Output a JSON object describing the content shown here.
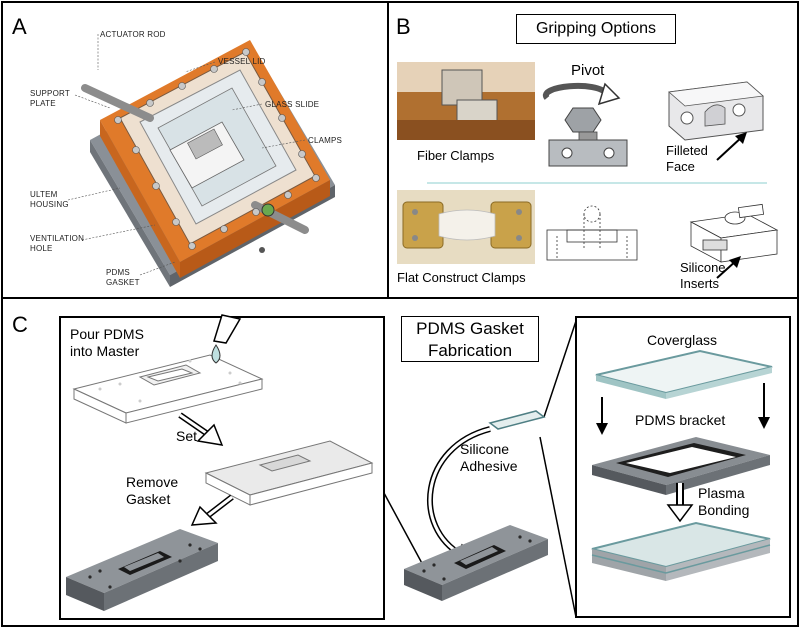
{
  "panelA": {
    "letter": "A",
    "callouts": {
      "actuator_rod": "ACTUATOR ROD",
      "vessel_lid": "VESSEL LID",
      "support_plate": "SUPPORT\nPLATE",
      "glass_slide": "GLASS SLIDE",
      "clamps": "CLAMPS",
      "ultem_housing": "ULTEM\nHOUSING",
      "ventilation_hole": "VENTILATION\nHOLE",
      "pdms_gasket": "PDMS\nGASKET"
    }
  },
  "panelB": {
    "letter": "B",
    "title": "Gripping Options",
    "labels": {
      "pivot": "Pivot",
      "fiber_clamps": "Fiber Clamps",
      "filleted_face": "Filleted\nFace",
      "flat_construct_clamps": "Flat Construct Clamps",
      "silicone_inserts": "Silicone\nInserts"
    }
  },
  "panelC": {
    "letter": "C",
    "title": "PDMS Gasket\nFabrication",
    "labels": {
      "pour": "Pour PDMS\ninto Master",
      "set": "Set",
      "remove_gasket": "Remove\nGasket",
      "silicone_adhesive": "Silicone\nAdhesive",
      "coverglass": "Coverglass",
      "pdms_bracket": "PDMS bracket",
      "plasma_bonding": "Plasma\nBonding"
    }
  },
  "colors": {
    "housing_orange": "#e07a2a",
    "plate_gray": "#9aa0a6",
    "photo_brass": "#c9a24a",
    "glass_teal": "#9fc4c4"
  }
}
